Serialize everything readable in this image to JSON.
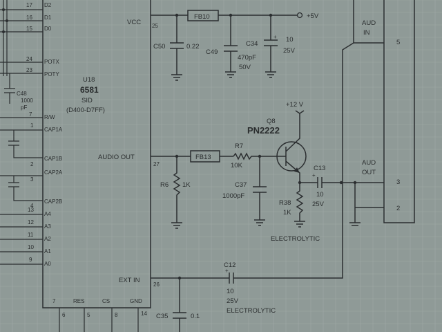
{
  "ic_u18": {
    "ref": "U18",
    "part": "6581",
    "name": "SID",
    "addr": "(D400-D7FF)",
    "pins": {
      "vcc": "VCC",
      "vcc_num": "25",
      "potx": "POTX",
      "potx_num": "24",
      "poty": "POTY",
      "poty_num": "23",
      "rw": "R/W",
      "rw_num": "7",
      "cap1a": "CAP1A",
      "cap1a_num": "1",
      "cap1b": "CAP1B",
      "cap1b_num": "2",
      "cap2a": "CAP2A",
      "cap2a_num": "3",
      "cap2b": "CAP2B",
      "cap2b_num": "4",
      "audio_out": "AUDIO OUT",
      "audio_out_num": "27",
      "ext_in": "EXT IN",
      "ext_in_num": "26",
      "a4": "A4",
      "a4_num": "13",
      "a3": "A3",
      "a3_num": "12",
      "a2": "A2",
      "a2_num": "11",
      "a1": "A1",
      "a1_num": "10",
      "a0": "A0",
      "a0_num": "9",
      "d2": "D2",
      "d2_num": "17",
      "d1": "D1",
      "d1_num": "16",
      "d0": "D0",
      "d0_num": "15",
      "bot_pin_a": "7",
      "bot_pin_a_num": "6",
      "res": "RES",
      "res_num": "5",
      "cs": "CS",
      "cs_num": "8",
      "gnd": "GND",
      "gnd_num": "14"
    }
  },
  "power": {
    "plus5": "+5V",
    "plus12": "+12 V"
  },
  "components": {
    "fb10": "FB10",
    "fb13": "FB13",
    "c50": {
      "ref": "C50",
      "value": "0.22"
    },
    "c49": {
      "ref": "C49",
      "value1": "470pF",
      "value2": "50V"
    },
    "c34": {
      "ref": "C34",
      "value1": "10",
      "value2": "25V"
    },
    "c48": {
      "ref": "C48",
      "value1": "1000",
      "value2": "pF"
    },
    "r6": {
      "ref": "R6",
      "value": "1K"
    },
    "r7": {
      "ref": "R7",
      "value": "10K"
    },
    "c37": {
      "ref": "C37",
      "value": "1000pF"
    },
    "q8": {
      "ref": "Q8",
      "part": "PN2222"
    },
    "r38": {
      "ref": "R38",
      "value": "1K"
    },
    "c13": {
      "ref": "C13",
      "value1": "10",
      "value2": "25V"
    },
    "c12": {
      "ref": "C12",
      "value1": "10",
      "value2": "25V",
      "type": "ELECTROLYTIC"
    },
    "c35": {
      "ref": "C35",
      "value": "0.1"
    },
    "electrolytic_note": "ELECTROLYTIC"
  },
  "connector": {
    "aud_in_1": "AUD",
    "aud_in_2": "IN",
    "aud_out_1": "AUD",
    "aud_out_2": "OUT",
    "pin5": "5",
    "pin3": "3",
    "pin2": "2"
  }
}
